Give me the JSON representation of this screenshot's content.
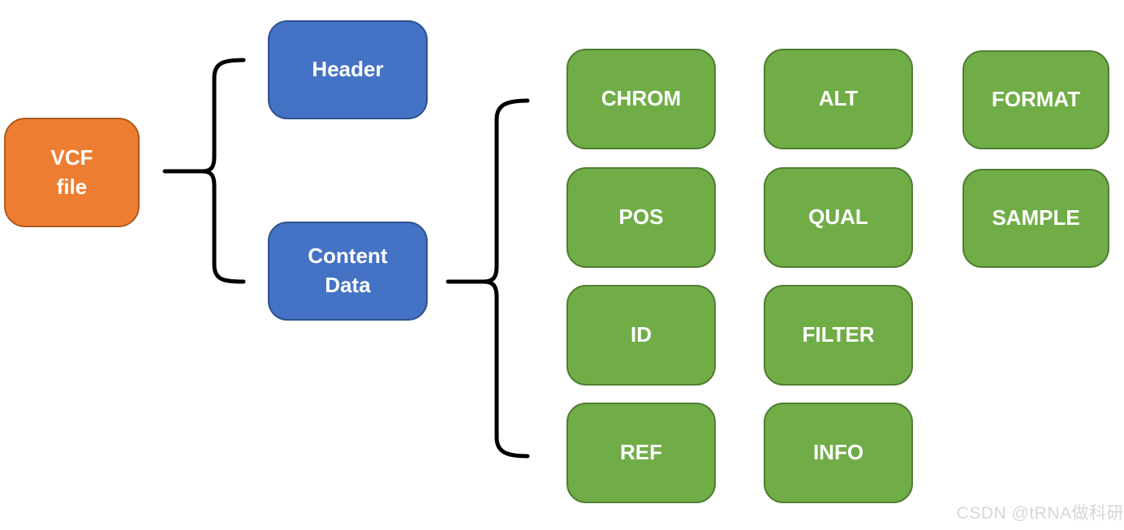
{
  "nodes": {
    "vcf": {
      "label": "VCF\nfile"
    },
    "header": {
      "label": "Header"
    },
    "content": {
      "label": "Content\nData"
    }
  },
  "fields": [
    {
      "label": "CHROM"
    },
    {
      "label": "ALT"
    },
    {
      "label": "FORMAT"
    },
    {
      "label": "POS"
    },
    {
      "label": "QUAL"
    },
    {
      "label": "SAMPLE"
    },
    {
      "label": "ID"
    },
    {
      "label": "FILTER"
    },
    {
      "label": "REF"
    },
    {
      "label": "INFO"
    }
  ],
  "watermark": {
    "text": "CSDN @tRNA做科研"
  },
  "colors": {
    "orange_fill": "#ED7D31",
    "orange_border": "#AE5A21",
    "blue_fill": "#4472C4",
    "blue_border": "#2F528F",
    "green_fill": "#70AD47",
    "green_border": "#507E32",
    "connector": "#000000",
    "watermark": "#D6D6D6"
  }
}
